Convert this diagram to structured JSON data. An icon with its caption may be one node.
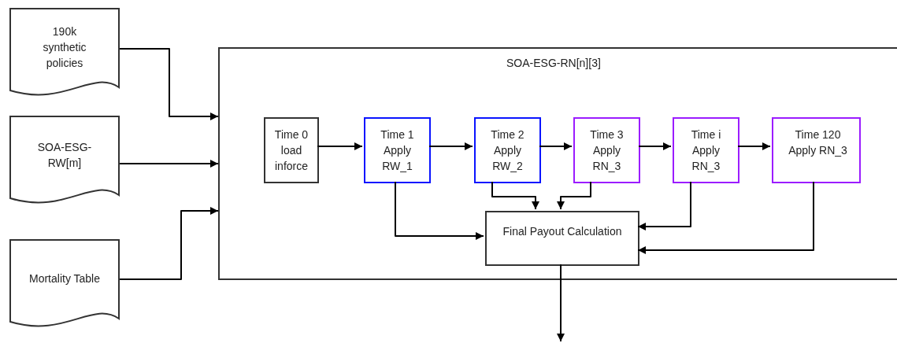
{
  "diagram": {
    "nodes": [
      {
        "text": [
          "190k synthetic policies"
        ]
      },
      {
        "text": [
          "SOA-ESG-RW[m]"
        ]
      },
      {
        "text": [
          "Mortality Table"
        ]
      },
      {
        "text": [
          "SOA-ESG-RN[n][3]"
        ]
      },
      {
        "text": [
          "Time 0 load inforce"
        ],
        "in": 3
      },
      {
        "text": [
          "Time 1 Apply RW_1"
        ],
        "in": 3
      },
      {
        "text": [
          "Time 2 Apply RW_2"
        ],
        "in": 3
      },
      {
        "text": [
          "Time 3 Apply RN_3"
        ],
        "in": 3
      },
      {
        "text": [
          "Time i Apply RN_3"
        ],
        "in": 3
      },
      {
        "text": [
          "Time 120 Apply RN_3"
        ],
        "in": 3
      },
      {
        "text": [
          "Final Payout Calculation"
        ],
        "in": 3
      }
    ],
    "edges": [
      {
        "from": 0,
        "to": 3,
        "arrow": "to"
      },
      {
        "from": 1,
        "to": 3,
        "arrow": "to"
      },
      {
        "from": 2,
        "to": 3,
        "arrow": "to"
      },
      {
        "from": 4,
        "to": 5,
        "arrow": "to"
      },
      {
        "from": 5,
        "to": 6,
        "arrow": "to"
      },
      {
        "from": 6,
        "to": 7,
        "arrow": "to"
      },
      {
        "from": 7,
        "to": 8,
        "arrow": "to"
      },
      {
        "from": 8,
        "to": 9,
        "arrow": "to"
      },
      {
        "from": 5,
        "to": 10,
        "arrow": "to"
      },
      {
        "from": 6,
        "to": 10,
        "arrow": "to"
      },
      {
        "from": 7,
        "to": 10,
        "arrow": "to"
      },
      {
        "from": 8,
        "to": 10,
        "arrow": "to"
      },
      {
        "from": 9,
        "to": 10,
        "arrow": "to"
      },
      {
        "from": 10,
        "to": null,
        "arrow": "to"
      }
    ]
  }
}
